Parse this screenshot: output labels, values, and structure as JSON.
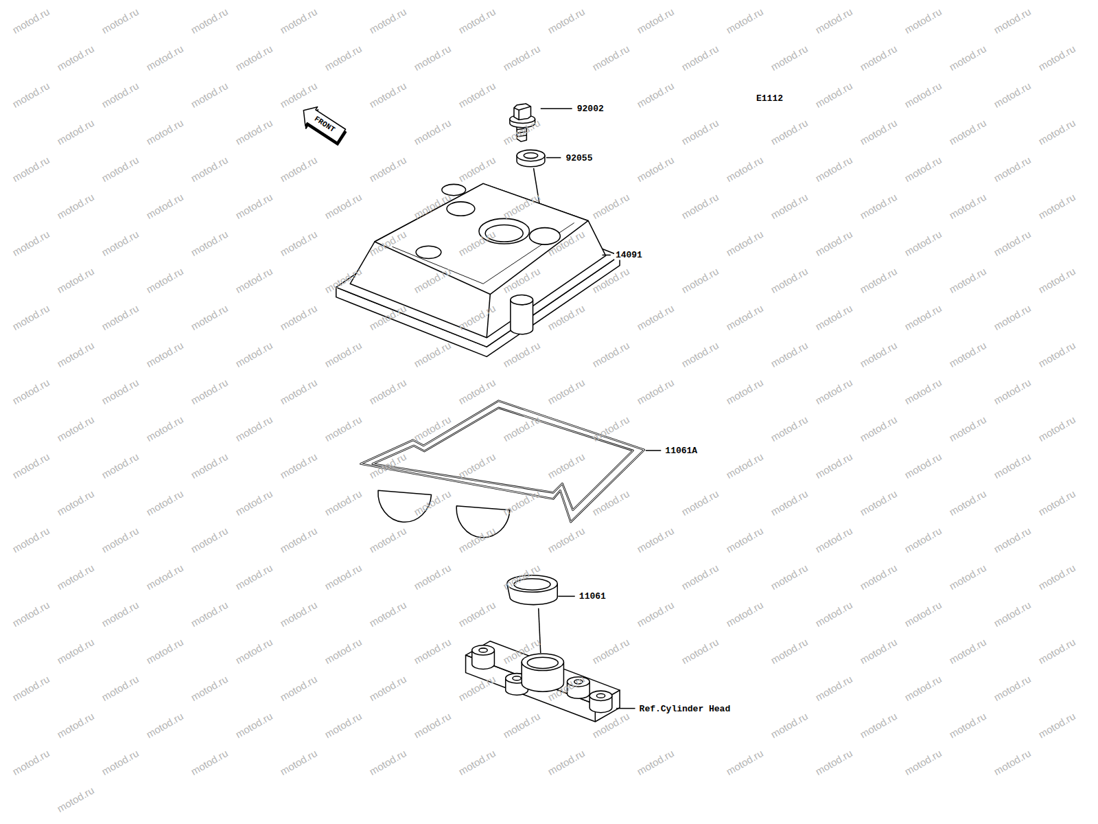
{
  "diagram": {
    "labels": [
      "FRONT",
      "E1112",
      "92002",
      "92055",
      "14091",
      "11061A",
      "11061",
      "Ref.Cylinder Head",
      "motod.ru",
      "motod.ru",
      "motod.ru",
      "motod.ru",
      "motod.ru",
      "motod.ru",
      "motod.ru",
      "motod.ru",
      "motod.ru",
      "motod.ru",
      "motod.ru",
      "motod.ru",
      "motod.ru",
      "motod.ru",
      "motod.ru",
      "motod.ru",
      "motod.ru",
      "motod.ru",
      "motod.ru",
      "motod.ru",
      "motod.ru",
      "motod.ru",
      "motod.ru",
      "motod.ru",
      "motod.ru",
      "motod.ru",
      "motod.ru",
      "motod.ru",
      "motod.ru",
      "motod.ru",
      "motod.ru",
      "motod.ru",
      "motod.ru",
      "motod.ru",
      "motod.ru",
      "motod.ru",
      "motod.ru",
      "motod.ru",
      "motod.ru",
      "motod.ru",
      "motod.ru",
      "motod.ru",
      "motod.ru",
      "motod.ru",
      "motod.ru",
      "motod.ru",
      "motod.ru",
      "motod.ru",
      "motod.ru",
      "motod.ru",
      "motod.ru",
      "motod.ru",
      "motod.ru",
      "motod.ru",
      "motod.ru",
      "motod.ru",
      "motod.ru",
      "motod.ru",
      "motod.ru",
      "motod.ru",
      "motod.ru",
      "motod.ru",
      "motod.ru",
      "motod.ru",
      "motod.ru",
      "motod.ru",
      "motod.ru",
      "motod.ru",
      "motod.ru",
      "motod.ru",
      "motod.ru",
      "motod.ru",
      "motod.ru",
      "motod.ru",
      "motod.ru",
      "motod.ru",
      "motod.ru",
      "motod.ru",
      "motod.ru",
      "motod.ru",
      "motod.ru",
      "motod.ru",
      "motod.ru",
      "motod.ru",
      "motod.ru",
      "motod.ru",
      "motod.ru",
      "motod.ru",
      "motod.ru",
      "motod.ru",
      "motod.ru",
      "motod.ru",
      "motod.ru",
      "motod.ru",
      "motod.ru",
      "motod.ru",
      "motod.ru",
      "motod.ru",
      "motod.ru",
      "motod.ru",
      "motod.ru",
      "motod.ru",
      "motod.ru",
      "motod.ru",
      "motod.ru",
      "motod.ru",
      "motod.ru",
      "motod.ru",
      "motod.ru",
      "motod.ru",
      "motod.ru",
      "motod.ru",
      "motod.ru",
      "motod.ru",
      "motod.ru",
      "motod.ru",
      "motod.ru",
      "motod.ru",
      "motod.ru",
      "motod.ru",
      "motod.ru",
      "motod.ru",
      "motod.ru",
      "motod.ru",
      "motod.ru",
      "motod.ru",
      "motod.ru",
      "motod.ru",
      "motod.ru",
      "motod.ru",
      "motod.ru",
      "motod.ru",
      "motod.ru",
      "motod.ru",
      "motod.ru",
      "motod.ru",
      "motod.ru",
      "motod.ru",
      "motod.ru",
      "motod.ru",
      "motod.ru",
      "motod.ru",
      "motod.ru",
      "motod.ru",
      "motod.ru",
      "motod.ru",
      "motod.ru",
      "motod.ru",
      "motod.ru",
      "motod.ru",
      "motod.ru",
      "motod.ru",
      "motod.ru",
      "motod.ru",
      "motod.ru",
      "motod.ru",
      "motod.ru",
      "motod.ru",
      "motod.ru",
      "motod.ru",
      "motod.ru",
      "motod.ru",
      "motod.ru",
      "motod.ru",
      "motod.ru",
      "motod.ru",
      "motod.ru",
      "motod.ru",
      "motod.ru",
      "motod.ru",
      "motod.ru",
      "motod.ru",
      "motod.ru",
      "motod.ru",
      "motod.ru",
      "motod.ru",
      "motod.ru",
      "motod.ru",
      "motod.ru",
      "motod.ru",
      "motod.ru",
      "motod.ru",
      "motod.ru",
      "motod.ru",
      "motod.ru",
      "motod.ru",
      "motod.ru",
      "motod.ru",
      "motod.ru",
      "motod.ru",
      "motod.ru",
      "motod.ru",
      "motod.ru",
      "motod.ru",
      "motod.ru",
      "motod.ru",
      "motod.ru",
      "motod.ru",
      "motod.ru",
      "motod.ru",
      "motod.ru",
      "motod.ru",
      "motod.ru",
      "motod.ru",
      "motod.ru",
      "motod.ru",
      "motod.ru",
      "motod.ru",
      "motod.ru",
      "motod.ru",
      "motod.ru",
      "motod.ru",
      "motod.ru",
      "motod.ru",
      "motod.ru",
      "motod.ru",
      "motod.ru",
      "motod.ru",
      "motod.ru",
      "motod.ru",
      "motod.ru",
      "motod.ru",
      "motod.ru",
      "motod.ru",
      "motod.ru",
      "motod.ru",
      "motod.ru",
      "motod.ru",
      "motod.ru",
      "motod.ru",
      "motod.ru",
      "motod.ru",
      "motod.ru",
      "motod.ru",
      "motod.ru",
      "motod.ru",
      "motod.ru",
      "motod.ru",
      "motod.ru",
      "motod.ru"
    ]
  }
}
